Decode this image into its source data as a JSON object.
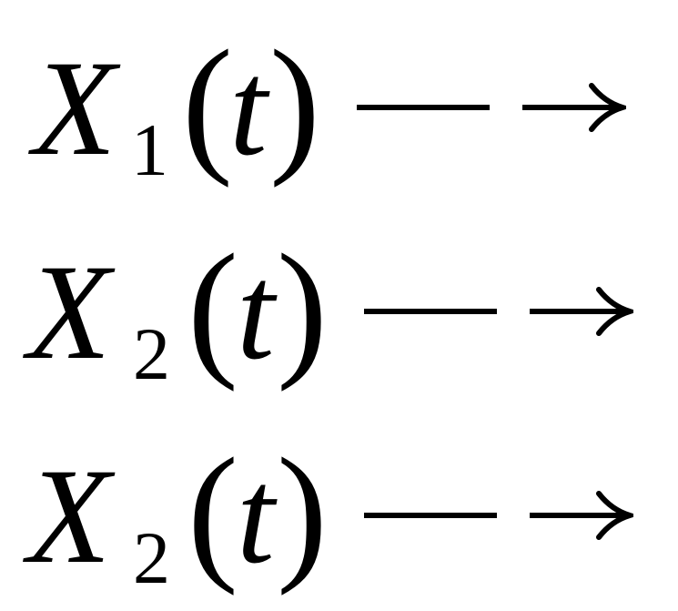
{
  "equations": [
    {
      "symbol": "X",
      "subscript": "1",
      "open_paren": "(",
      "variable": "t",
      "close_paren": ")"
    },
    {
      "symbol": "X",
      "subscript": "2",
      "open_paren": "(",
      "variable": "t",
      "close_paren": ")"
    },
    {
      "symbol": "X",
      "subscript": "2",
      "open_paren": "(",
      "variable": "t",
      "close_paren": ")"
    }
  ],
  "colors": {
    "ink": "#000000",
    "background": "#ffffff"
  },
  "icons": {
    "arrow": "long-right-arrow-icon"
  }
}
